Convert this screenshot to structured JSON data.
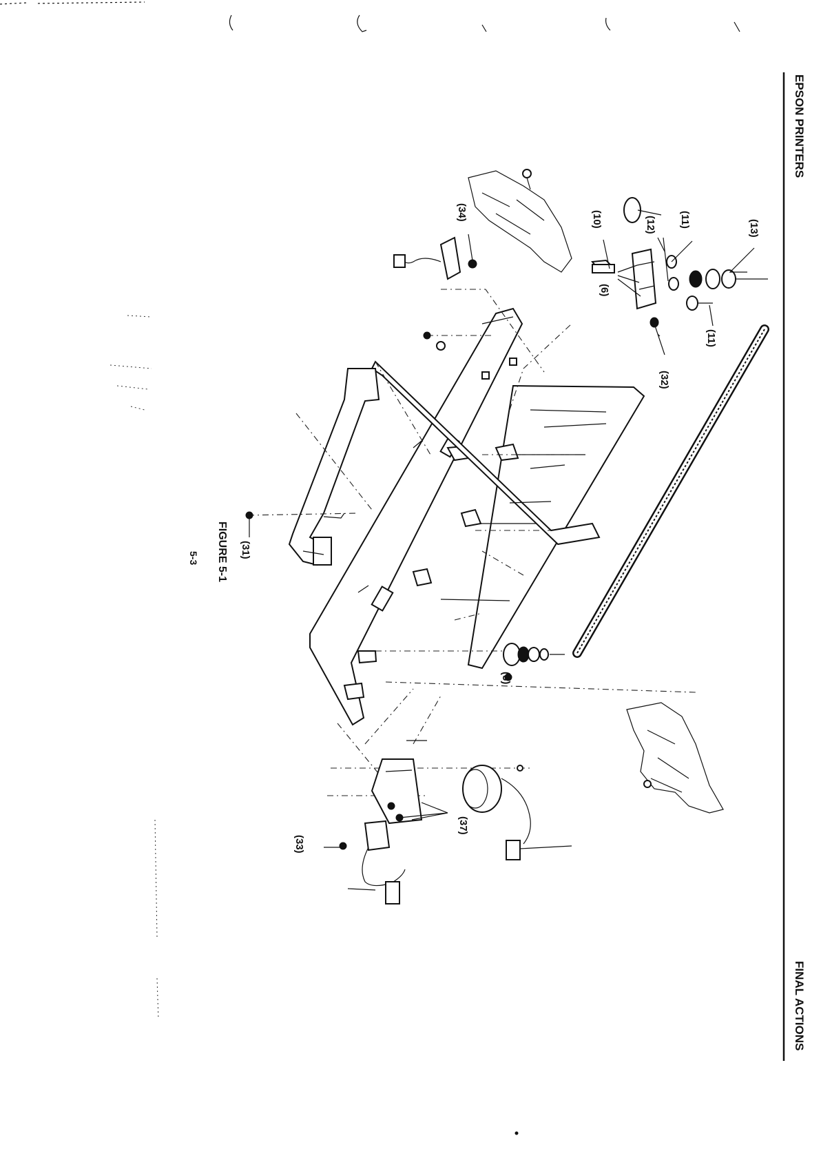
{
  "header": {
    "left_title": "EPSON PRINTERS",
    "right_title": "FINAL ACTIONS"
  },
  "figure": {
    "caption": "FIGURE 5-1",
    "page_number": "5-3"
  },
  "callouts": {
    "c34": "(34)",
    "c10": "(10)",
    "c12": "(12)",
    "c11a": "(11)",
    "c13": "(13)",
    "c6": "(6)",
    "c11b": "(11)",
    "c32": "(32)",
    "c31": "(31)",
    "c5": "(5)",
    "c37": "(37)",
    "c33": "(33)"
  }
}
